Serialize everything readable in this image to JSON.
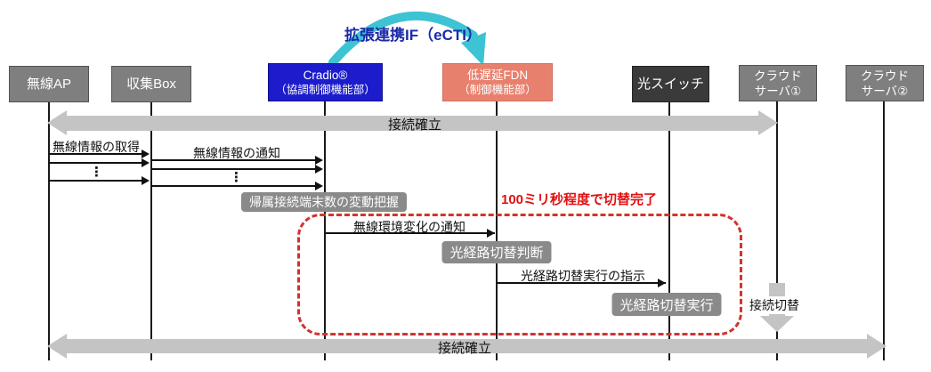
{
  "diagram": {
    "title": "拡張連携IF（eCTI）",
    "ellipsis": "⋮"
  },
  "actors": [
    {
      "name": "wireless-ap",
      "lines": [
        "無線AP"
      ]
    },
    {
      "name": "collection-box",
      "lines": [
        "収集Box"
      ]
    },
    {
      "name": "cradio",
      "lines": [
        "Cradio®",
        "（協調制御機能部）"
      ]
    },
    {
      "name": "low-latency-fdn",
      "lines": [
        "低遅延FDN",
        "（制御機能部）"
      ]
    },
    {
      "name": "optical-switch",
      "lines": [
        "光スイッチ"
      ]
    },
    {
      "name": "cloud-server-1",
      "lines": [
        "クラウド",
        "サーバ①"
      ]
    },
    {
      "name": "cloud-server-2",
      "lines": [
        "クラウド",
        "サーバ②"
      ]
    }
  ],
  "bands": {
    "top": {
      "label": "接続確立"
    },
    "bottom": {
      "label": "接続確立"
    }
  },
  "messages": [
    {
      "label": "無線情報の取得"
    },
    {
      "label": "無線情報の通知"
    },
    {
      "label": "無線環境変化の通知"
    },
    {
      "label": "光経路切替実行の指示"
    }
  ],
  "activities": [
    {
      "label": "帰属接続端末数の変動把握"
    },
    {
      "label": "光経路切替判断"
    },
    {
      "label": "光経路切替実行"
    }
  ],
  "annotations": {
    "switch_note": "100ミリ秒程度で切替完了",
    "switch_arrow_label": "接続切替"
  },
  "colors": {
    "cradio_box": "#1c1ccd",
    "fdn_box": "#e8806e",
    "dark_box": "#3a3a3a",
    "gray_box": "#7f7f7f",
    "badge": "#8a8a8a",
    "thick_arrow": "#c4c4c4",
    "red_accent": "#df1111",
    "ecti_arc": "#3dc3d3",
    "title_text": "#1b2aa8"
  }
}
